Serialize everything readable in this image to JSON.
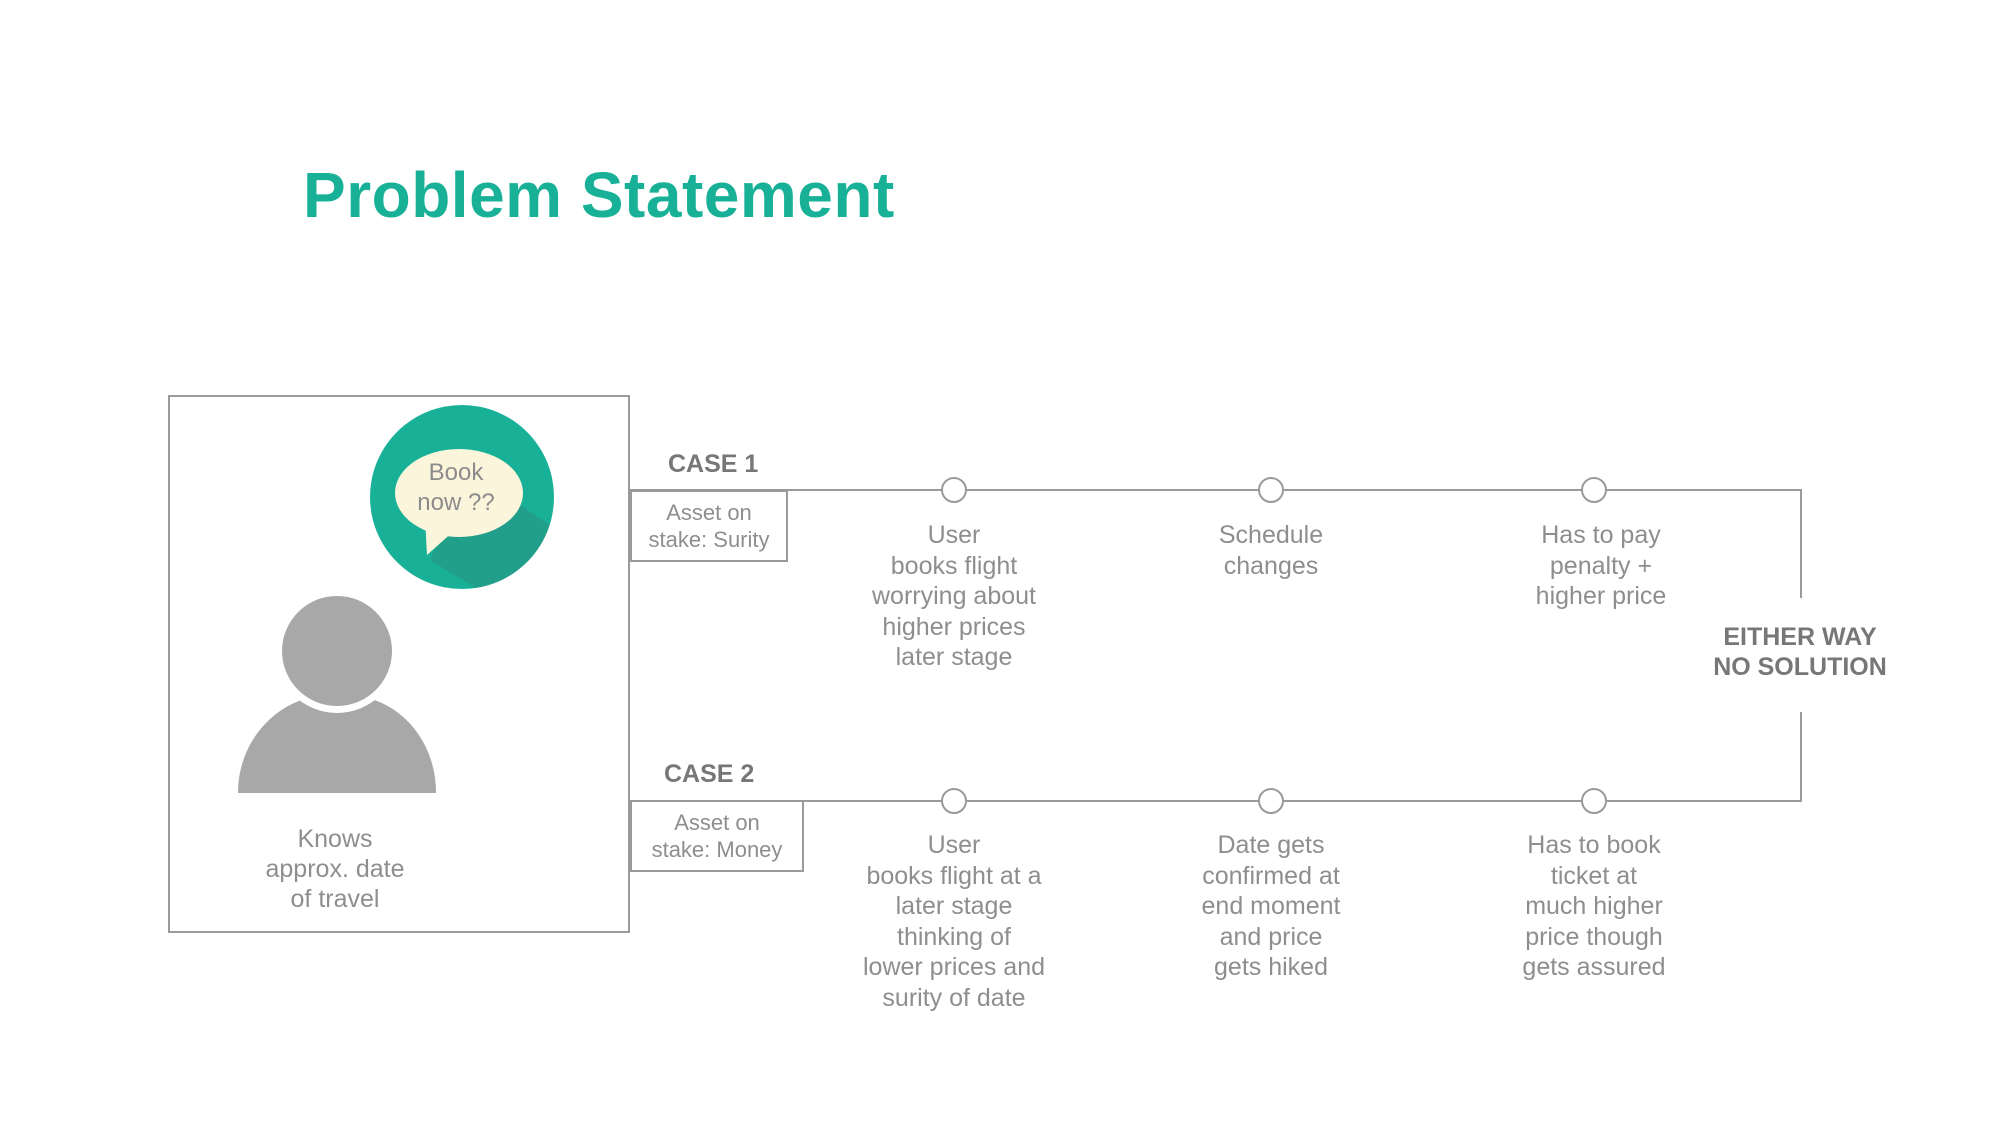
{
  "title": "Problem Statement",
  "colors": {
    "accent": "#18b198",
    "line": "#9a9a9a",
    "icon_gray": "#a8a8a8"
  },
  "user": {
    "icon": "person-icon",
    "label": "Knows\napprox. date\nof travel",
    "bubble_icon": "speech-bubble-icon",
    "bubble_text": "Book\nnow ??"
  },
  "cases": [
    {
      "label": "CASE 1",
      "asset": "Asset on\nstake:  Surity",
      "steps": [
        "User\nbooks flight\nworrying about\nhigher prices\nlater stage",
        "Schedule\nchanges",
        "Has to pay\npenalty +\nhigher price"
      ]
    },
    {
      "label": "CASE 2",
      "asset": "Asset on\nstake:  Money",
      "steps": [
        "User\nbooks flight at a\nlater stage\nthinking of\nlower prices and\nsurity of date",
        "Date gets\nconfirmed at\nend moment\nand  price\ngets hiked",
        "Has to book\nticket at\nmuch higher\nprice though\ngets assured"
      ]
    }
  ],
  "conclusion": "EITHER WAY\nNO SOLUTION"
}
